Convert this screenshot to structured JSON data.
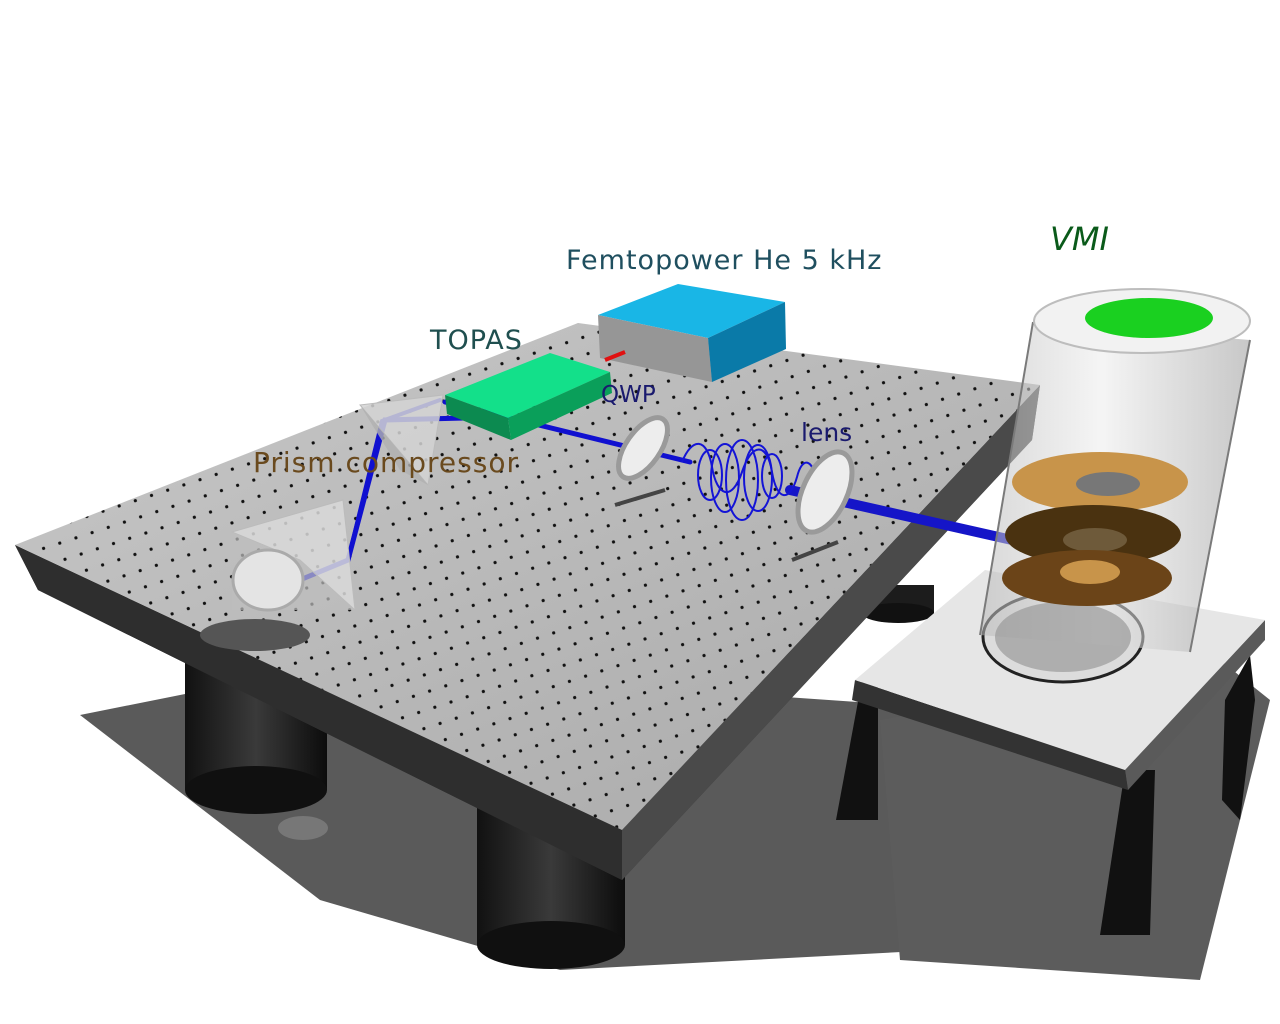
{
  "labels": {
    "laser": "Femtopower He 5 kHz",
    "topas": "TOPAS",
    "vmi": "VMI",
    "qwp": "QWP",
    "lens": "lens",
    "prism_compressor": "Prism  compressor"
  },
  "colors": {
    "beam": "#1010d0",
    "laser_box": "#19b6e6",
    "topas_box": "#13e08a",
    "vmi_detector": "#1ad020",
    "vmi_electrodes": "#c8944a",
    "table_top": "#b4b4b4",
    "table_side": "#3a3a3a",
    "stand_top": "#e6e6e6"
  }
}
